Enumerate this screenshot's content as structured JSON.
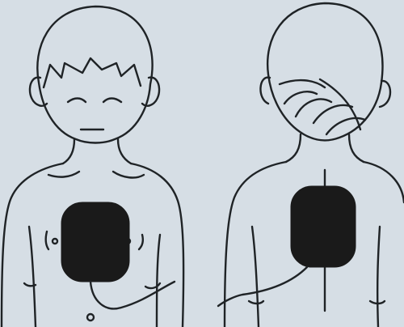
{
  "figure": {
    "background_color": "#d6dee5",
    "line_color": "#1f2326",
    "pad_color": "#1a1a1a",
    "panels": [
      {
        "id": "front",
        "view": "front",
        "pad_placement": "chest"
      },
      {
        "id": "back",
        "view": "back",
        "pad_placement": "upper-back"
      }
    ]
  }
}
